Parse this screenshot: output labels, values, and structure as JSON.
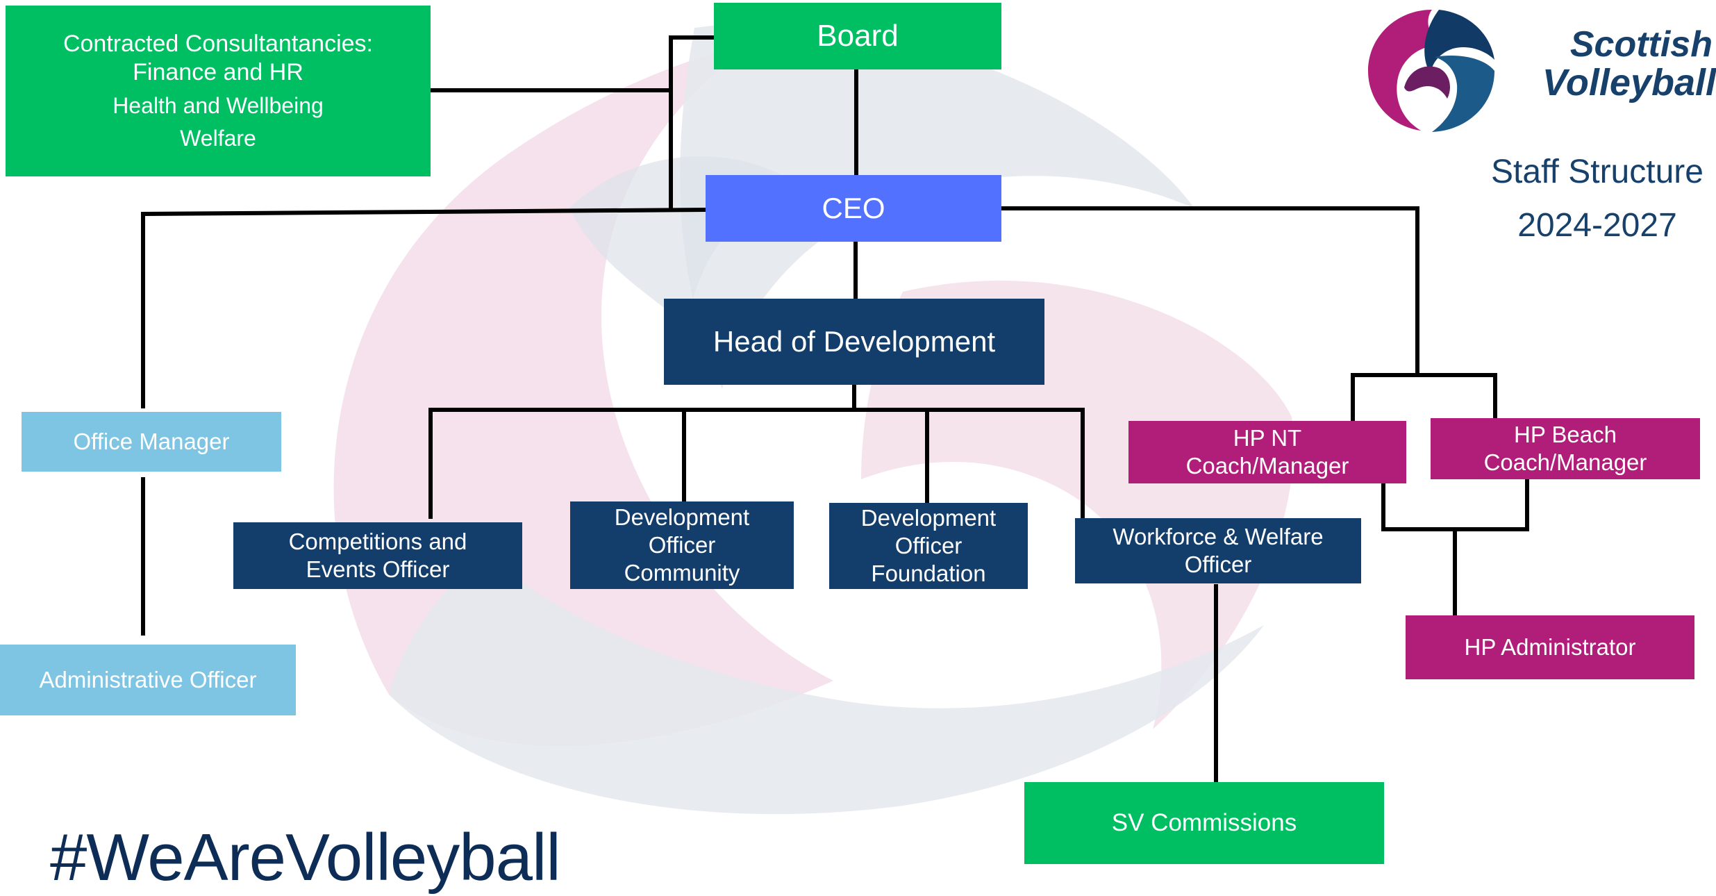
{
  "colors": {
    "green": "#00bf63",
    "ceo_blue": "#5271ff",
    "navy": "#133e6b",
    "light_blue": "#7ec4e3",
    "magenta": "#b11e79",
    "text_navy": "#17406b",
    "connector": "#000000"
  },
  "logo": {
    "line1": "Scottish",
    "line2": "Volleyball",
    "icon": "swirl-logo-icon"
  },
  "title": {
    "line1": "Staff Structure",
    "line2": "2024-2027"
  },
  "boxes": {
    "consultancies": {
      "line1": "Contracted Consultantancies:",
      "line2": "Finance and HR",
      "line3": "Health and Wellbeing",
      "line4": "Welfare"
    },
    "board": "Board",
    "ceo": "CEO",
    "head_dev": "Head of Development",
    "office_manager": "Office Manager",
    "admin_officer": "Administrative Officer",
    "competitions": {
      "line1": "Competitions and",
      "line2": "Events Officer"
    },
    "dev_community": {
      "line1": "Development",
      "line2": "Officer",
      "line3": "Community"
    },
    "dev_foundation": {
      "line1": "Development",
      "line2": "Officer",
      "line3": "Foundation"
    },
    "workforce": {
      "line1": "Workforce & Welfare",
      "line2": "Officer"
    },
    "hp_nt": {
      "line1": "HP NT",
      "line2": "Coach/Manager"
    },
    "hp_beach": {
      "line1": "HP Beach",
      "line2": "Coach/Manager"
    },
    "hp_admin": "HP Administrator",
    "sv_commissions": "SV Commissions"
  },
  "hashtag": "#WeAreVolleyball"
}
